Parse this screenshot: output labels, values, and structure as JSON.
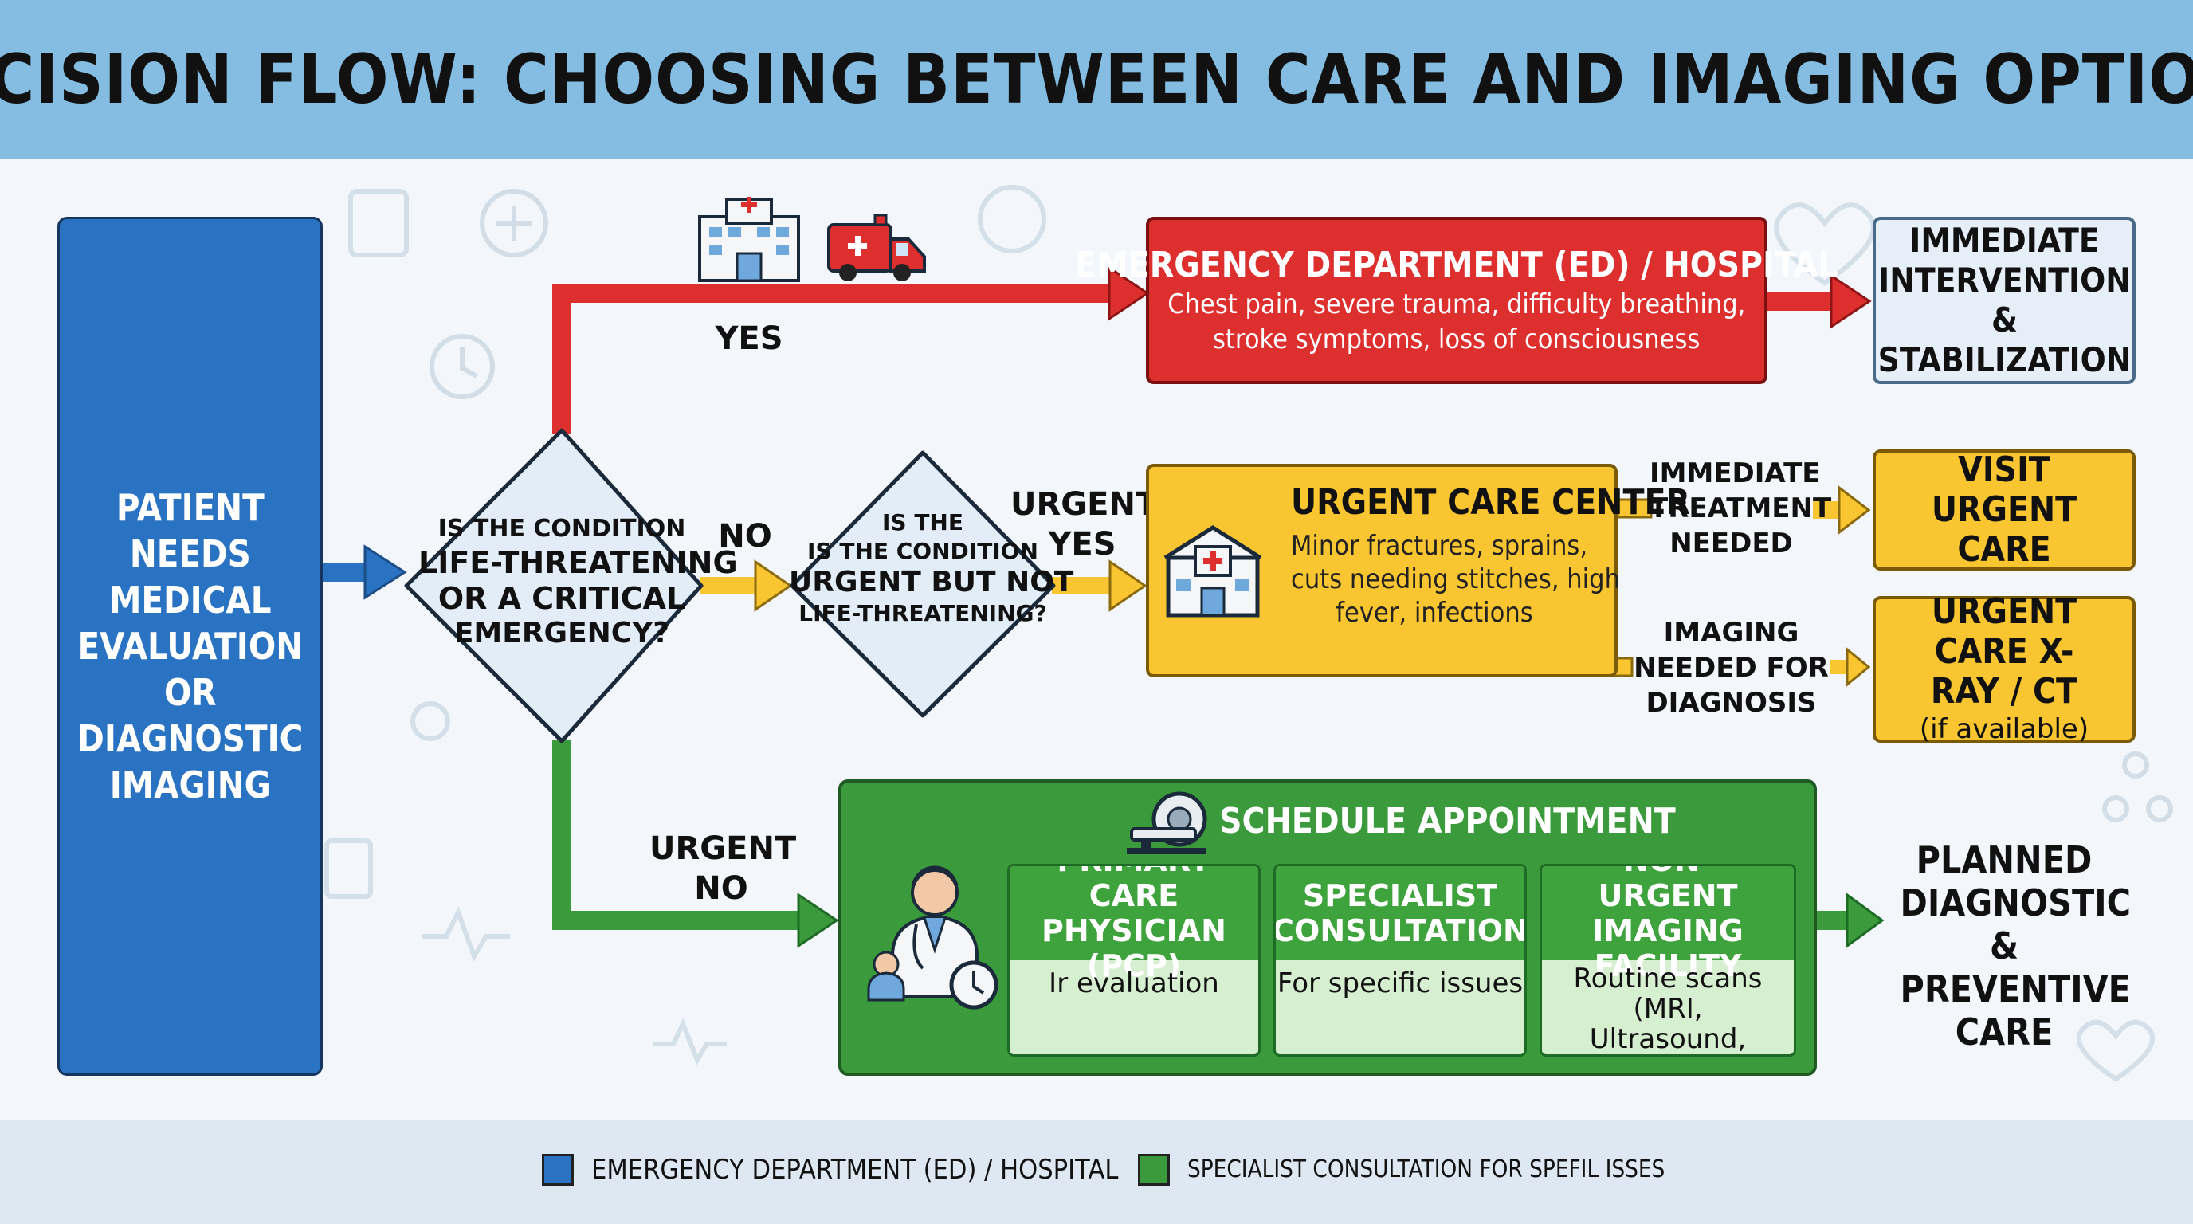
{
  "title": "DECISION FLOW: CHOOSING BETWEEN CARE AND IMAGING OPTIONS",
  "start_box": "PATIENT NEEDS MEDICAL EVALUATION OR DIAGNOSTIC IMAGING",
  "decision1": {
    "line1": "IS THE CONDITION",
    "line2": "LIFE-THREATENING",
    "line3": "OR A CRITICAL",
    "line4": "EMERGENCY?"
  },
  "decision2": {
    "line1": "IS THE",
    "line2": "IS THE CONDITION",
    "line3": "URGENT BUT NOT",
    "line4": "LIFE-THREATENING?"
  },
  "labels": {
    "yes": "YES",
    "no": "NO",
    "urgent_yes_1": "URGENT",
    "urgent_yes_2": "YES",
    "urgent_no_1": "URGENT",
    "urgent_no_2": "NO",
    "immediate_treatment": "IMMEDIATE TREATMENT NEEDED",
    "imaging_needed": "IMAGING NEEDED FOR DIAGNOSIS"
  },
  "ed_box": {
    "title": "EMERGENCY DEPARTMENT (ED) / HOSPITAL",
    "desc_line1": "Chest pain, severe trauma, difficulty breathing,",
    "desc_line2": "stroke symptoms, loss of consciousness"
  },
  "immediate_box": "IMMEDIATE INTERVENTION & STABILIZATION",
  "urgent_box": {
    "title": "URGENT CARE CENTER",
    "desc_line1": "Minor fractures, sprains,",
    "desc_line2": "cuts needing stitches, high",
    "desc_line3": "fever, infections"
  },
  "visit_urgent_box": "VISIT URGENT CARE",
  "urgent_xray_box": {
    "title": "URGENT CARE X-RAY / CT",
    "note": "(if available)"
  },
  "schedule_box": {
    "title": "SCHEDULE APPOINTMENT",
    "subs": [
      {
        "title": "PRIMARY CARE PHYSICIAN (PCP)",
        "desc": "Ir evaluation"
      },
      {
        "title": "SPECIALIST CONSULTATION",
        "desc": "For specific issues"
      },
      {
        "title": "NON-URGENT IMAGING FACILITY",
        "desc": "Routine scans (MRI, Ultrasound, Mammogram)"
      }
    ]
  },
  "planned_care": "PLANNED DIAGNOSTIC & PREVENTIVE CARE",
  "legend": [
    {
      "label": "EMERGENCY DEPARTMENT (ED) / HOSPITAL",
      "color": "#2a73c2"
    },
    {
      "label": "SPECIALIST CONSULTATION FOR SPEFIL ISSES",
      "color": "#3b9b3c"
    }
  ],
  "colors": {
    "blue": "#2a73c2",
    "red": "#de2f2f",
    "yellow": "#f9c531",
    "green": "#3b9b3c",
    "decision_fill": "#e2edf8"
  },
  "icons": [
    "hospital-building-icon",
    "ambulance-icon",
    "urgent-care-clinic-icon",
    "ct-scanner-icon",
    "doctor-patient-clock-icon"
  ]
}
